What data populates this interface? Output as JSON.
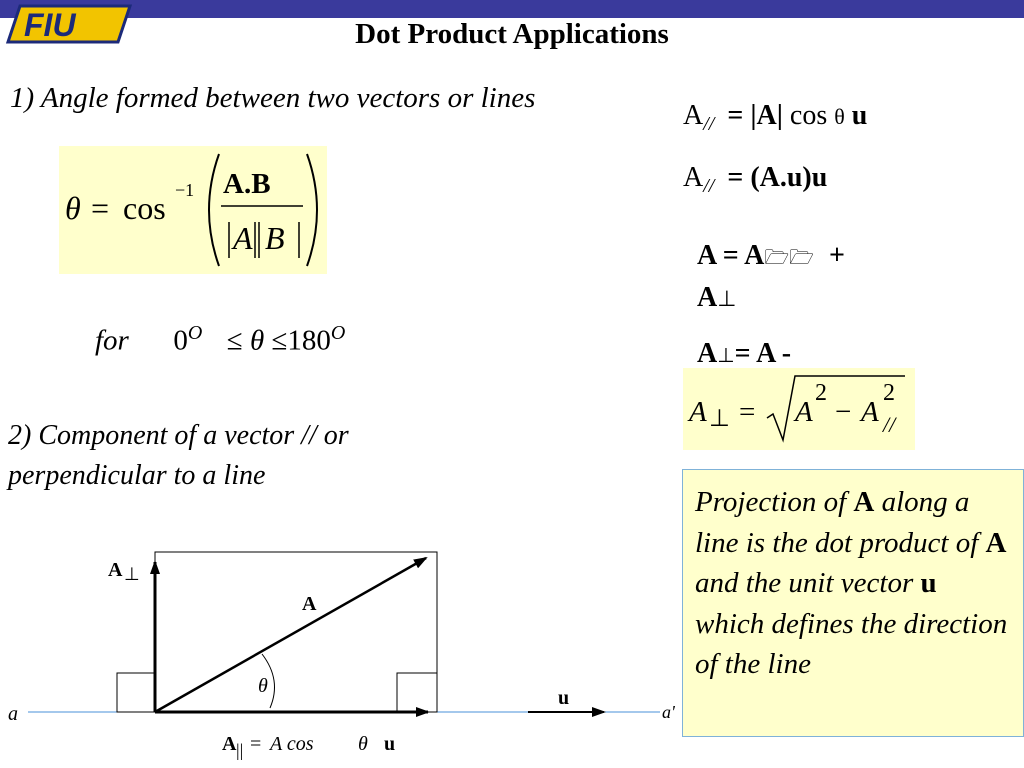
{
  "slide": {
    "title": "Dot Product Applications",
    "section1": "1) Angle formed between two vectors or lines",
    "section2": "2) Component of a vector // or perpendicular to a line"
  },
  "formula1": {
    "theta": "θ",
    "eq": "=",
    "cos": "cos",
    "inv": "−1",
    "numerator": "A.B",
    "den_a": "A",
    "den_b": "B"
  },
  "range": {
    "for": "for",
    "low": "0",
    "deg": "O",
    "le1": "≤",
    "theta": "θ",
    "le2": "≤",
    "high": "180"
  },
  "right": {
    "line1": {
      "a": "A",
      "sub": "//",
      "eq": "=",
      "absA": "|A|",
      "cos": "cos",
      "theta": "θ",
      "u": "u"
    },
    "line2": {
      "a": "A",
      "sub": "//",
      "rest": "= (A.u)u"
    },
    "line3": {
      "a": "A",
      "eq": "= A",
      "glyphs": "🗁🗁",
      "plus": "+",
      "a2": "A",
      "perp": "⊥"
    },
    "line4": {
      "text": "A",
      "perp": "⊥",
      "rest": "= A  -"
    }
  },
  "formula2": {
    "a": "A",
    "perp": "⊥",
    "eq": "=",
    "a1": "A",
    "exp1": "2",
    "minus": "−",
    "a2": "A",
    "exp2": "2",
    "sub": "//"
  },
  "projection": {
    "p1": "Projection of ",
    "b1": "A",
    "p2": " along a line is the dot product of ",
    "b2": "A",
    "p3": " and the unit vector ",
    "b3": "u",
    "p4": " which defines the direction of the line"
  },
  "diagram": {
    "label_perp_a": "A",
    "label_perp_sym": "⊥",
    "label_A": "A",
    "label_theta": "θ",
    "label_a": "a",
    "label_a_prime": "a'",
    "label_u": "u",
    "bottom_a": "A",
    "bottom_sub": "||",
    "bottom_eq": "= ",
    "bottom_acos": "A cos",
    "bottom_theta": "θ",
    "bottom_u": "u"
  },
  "colors": {
    "topbar": "#3a3a9c",
    "box_fill": "#ffffcc",
    "proj_border": "#7fb2d8",
    "line_a": "#4a90d9",
    "logo_gold": "#f2c400",
    "logo_blue": "#1c2a7a"
  }
}
